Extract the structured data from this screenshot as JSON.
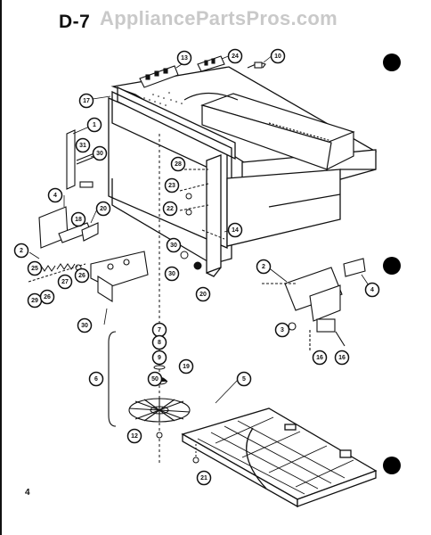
{
  "page": {
    "title": "D-7",
    "watermark": "AppliancePartsPros.com",
    "page_number": "4"
  },
  "callouts": [
    {
      "id": "c13",
      "label": "13"
    },
    {
      "id": "c24",
      "label": "24"
    },
    {
      "id": "c10",
      "label": "10"
    },
    {
      "id": "c17",
      "label": "17"
    },
    {
      "id": "c1",
      "label": "1"
    },
    {
      "id": "c31",
      "label": "31"
    },
    {
      "id": "c30a",
      "label": "30"
    },
    {
      "id": "c28",
      "label": "28"
    },
    {
      "id": "c23",
      "label": "23"
    },
    {
      "id": "c22",
      "label": "22"
    },
    {
      "id": "c4a",
      "label": "4"
    },
    {
      "id": "c18",
      "label": "18"
    },
    {
      "id": "c20a",
      "label": "20"
    },
    {
      "id": "c2a",
      "label": "2"
    },
    {
      "id": "c14",
      "label": "14"
    },
    {
      "id": "c30b",
      "label": "30"
    },
    {
      "id": "c30c",
      "label": "30"
    },
    {
      "id": "c20b",
      "label": "20"
    },
    {
      "id": "c29a",
      "label": "29"
    },
    {
      "id": "c26a",
      "label": "26"
    },
    {
      "id": "c27",
      "label": "27"
    },
    {
      "id": "c26b",
      "label": "26"
    },
    {
      "id": "c25",
      "label": "25"
    },
    {
      "id": "c30d",
      "label": "30"
    },
    {
      "id": "c2b",
      "label": "2"
    },
    {
      "id": "c4b",
      "label": "4"
    },
    {
      "id": "c3",
      "label": "3"
    },
    {
      "id": "c16a",
      "label": "16"
    },
    {
      "id": "c16b",
      "label": "16"
    },
    {
      "id": "c7",
      "label": "7"
    },
    {
      "id": "c8",
      "label": "8"
    },
    {
      "id": "c9",
      "label": "9"
    },
    {
      "id": "c19",
      "label": "19"
    },
    {
      "id": "c50",
      "label": "50"
    },
    {
      "id": "c6",
      "label": "6"
    },
    {
      "id": "c12",
      "label": "12"
    },
    {
      "id": "c5",
      "label": "5"
    },
    {
      "id": "c21",
      "label": "21"
    }
  ]
}
